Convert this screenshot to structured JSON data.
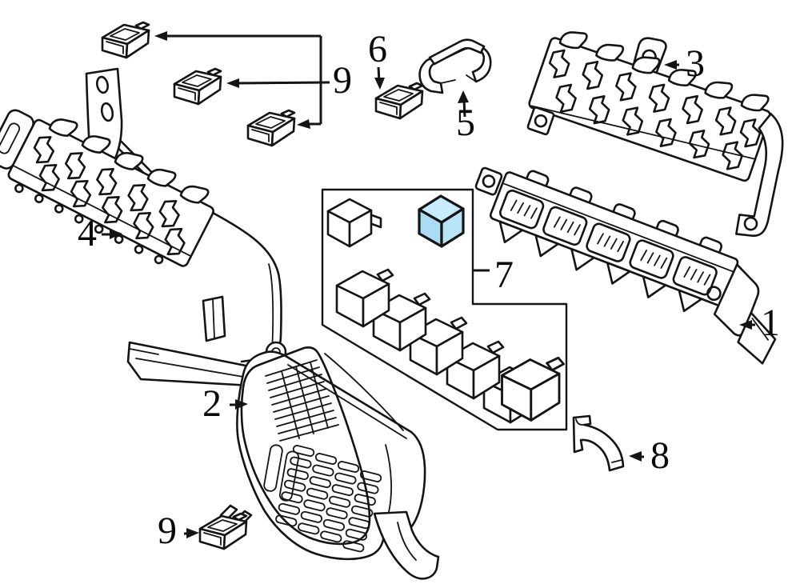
{
  "diagram": {
    "background": "#ffffff",
    "line_color": "#141414",
    "highlight_colors": {
      "top": "#c8ecfb",
      "left": "#abdcf4",
      "right": "#b9e4f8"
    },
    "callouts": [
      {
        "id": "callout-9-top",
        "label": "9"
      },
      {
        "id": "callout-6",
        "label": "6"
      },
      {
        "id": "callout-5",
        "label": "5"
      },
      {
        "id": "callout-3",
        "label": "3"
      },
      {
        "id": "callout-4",
        "label": "4"
      },
      {
        "id": "callout-7",
        "label": "7"
      },
      {
        "id": "callout-2",
        "label": "2"
      },
      {
        "id": "callout-1",
        "label": "1"
      },
      {
        "id": "callout-8",
        "label": "8"
      },
      {
        "id": "callout-9-bottom",
        "label": "9"
      }
    ]
  }
}
